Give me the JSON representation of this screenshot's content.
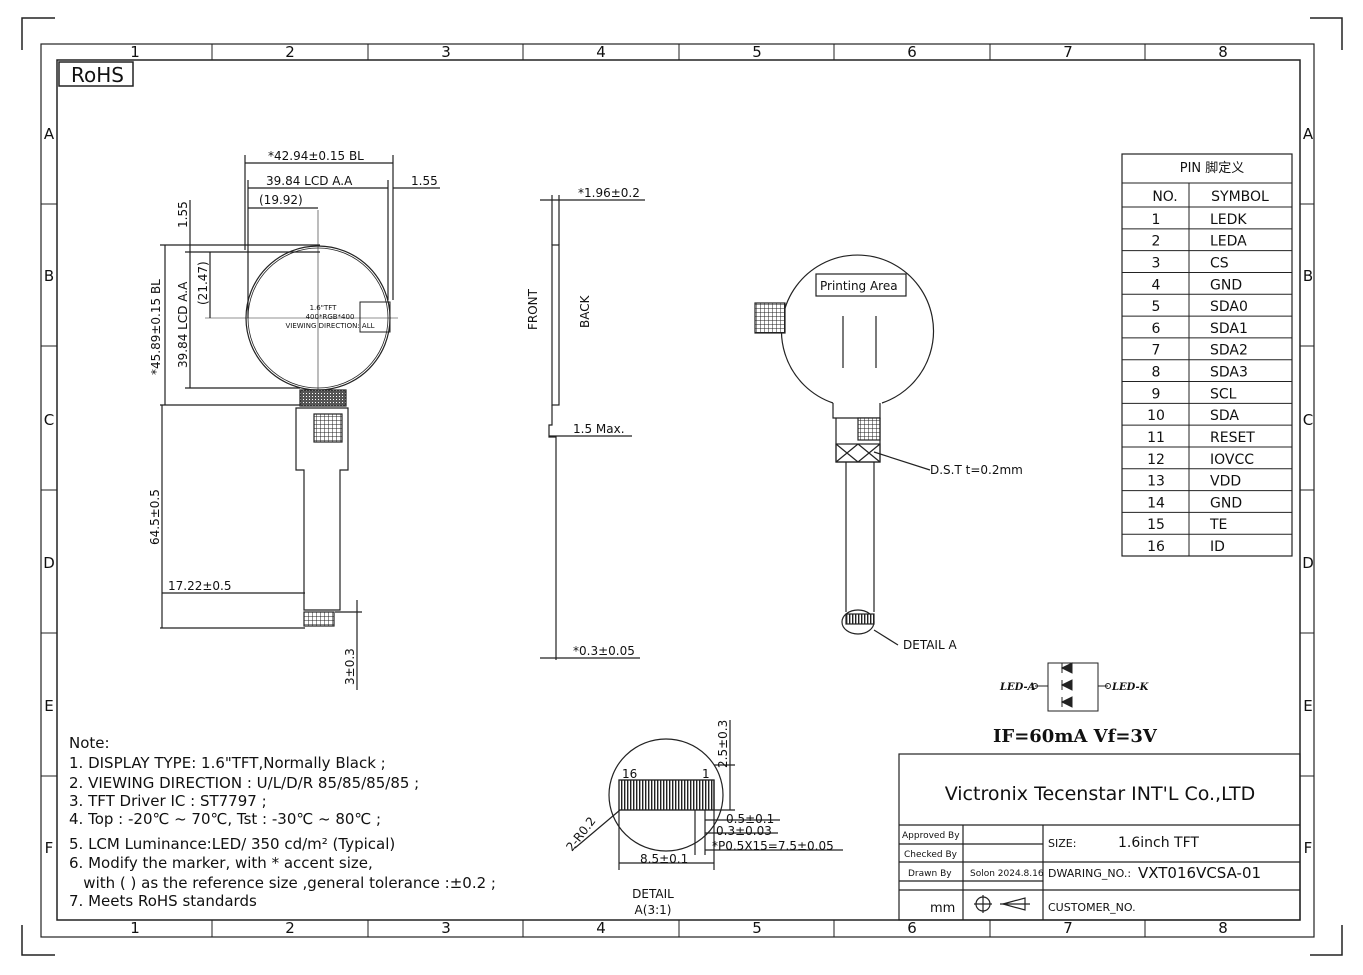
{
  "rohs_label": "RoHS",
  "border": {
    "columns": [
      "1",
      "2",
      "3",
      "4",
      "5",
      "6",
      "7",
      "8"
    ],
    "rows": [
      "A",
      "B",
      "C",
      "D",
      "E",
      "F"
    ]
  },
  "front_view": {
    "dims": {
      "width_bl": "*42.94±0.15 BL",
      "lcd_aa_w": "39.84 LCD A.A",
      "ref_19_92": "(19.92)",
      "offset_1_55_h": "1.55",
      "offset_1_55_v": "1.55",
      "ref_21_47": "(21.47)",
      "height_bl": "*45.89±0.15 BL",
      "lcd_aa_h": "39.84 LCD A.A",
      "fpc_len": "64.5±0.5",
      "fpc_offset": "17.22±0.5",
      "tail": "3±0.3"
    },
    "label_lines": [
      "1.6\"TFT",
      "400*RGB*400",
      "VIEWING DIRECTION: ALL"
    ]
  },
  "side_view": {
    "front": "FRONT",
    "back": "BACK",
    "thickness": "*1.96±0.2",
    "stiffener": "1.5 Max.",
    "fpc_thk": "*0.3±0.05"
  },
  "back_view": {
    "printing_area": "Printing Area",
    "dst": "D.S.T t=0.2mm",
    "detail": "DETAIL A"
  },
  "pin_table": {
    "title": "PIN 脚定义",
    "headers": [
      "NO.",
      "SYMBOL"
    ],
    "rows": [
      {
        "no": "1",
        "symbol": "LEDK"
      },
      {
        "no": "2",
        "symbol": "LEDA"
      },
      {
        "no": "3",
        "symbol": "CS"
      },
      {
        "no": "4",
        "symbol": "GND"
      },
      {
        "no": "5",
        "symbol": "SDA0"
      },
      {
        "no": "6",
        "symbol": "SDA1"
      },
      {
        "no": "7",
        "symbol": "SDA2"
      },
      {
        "no": "8",
        "symbol": "SDA3"
      },
      {
        "no": "9",
        "symbol": "SCL"
      },
      {
        "no": "10",
        "symbol": "SDA"
      },
      {
        "no": "11",
        "symbol": "RESET"
      },
      {
        "no": "12",
        "symbol": "IOVCC"
      },
      {
        "no": "13",
        "symbol": "VDD"
      },
      {
        "no": "14",
        "symbol": "GND"
      },
      {
        "no": "15",
        "symbol": "TE"
      },
      {
        "no": "16",
        "symbol": "ID"
      }
    ]
  },
  "led": {
    "led_a": "LED-A",
    "led_k": "LED-K",
    "spec": "IF=60mA  Vf=3V"
  },
  "notes": {
    "title": "Note:",
    "lines": [
      "1. DISPLAY TYPE: 1.6\"TFT,Normally Black ;",
      "2. VIEWING DIRECTION : U/L/D/R 85/85/85/85   ;",
      "3. TFT Driver IC :  ST7797   ;",
      "4. Top :  -20℃ ~ 70℃, Tst :  -30℃ ~ 80℃ ;",
      "5. LCM Luminance:LED/ 350 cd/m² (Typical)",
      "6.    Modify the marker, with * accent size,",
      "   with ( ) as the reference size ,general tolerance :±0.2 ;",
      "7. Meets RoHS standards"
    ]
  },
  "detail": {
    "pin16": "16",
    "pin1": "1",
    "radius": "2-R0.2",
    "height": "2.5±0.3",
    "d1": "0.5±0.1",
    "d2": "0.3±0.03",
    "pitch": "*P0.5X15=7.5±0.05",
    "width": "8.5±0.1",
    "label": "DETAIL",
    "scale": "A(3:1)"
  },
  "title_block": {
    "company": "Victronix  Tecenstar  INT'L Co.,LTD",
    "approved_by": "Approved By",
    "checked_by": "Checked By",
    "drawn_by": "Drawn By",
    "drawn_value": "Solon  2024.8.16",
    "unit": "mm",
    "size_label": "SIZE:",
    "size_value": "1.6inch  TFT",
    "drawing_no_label": "DWARING_NO.:",
    "drawing_no_value": "VXT016VCSA-01",
    "customer_label": "CUSTOMER_NO."
  }
}
